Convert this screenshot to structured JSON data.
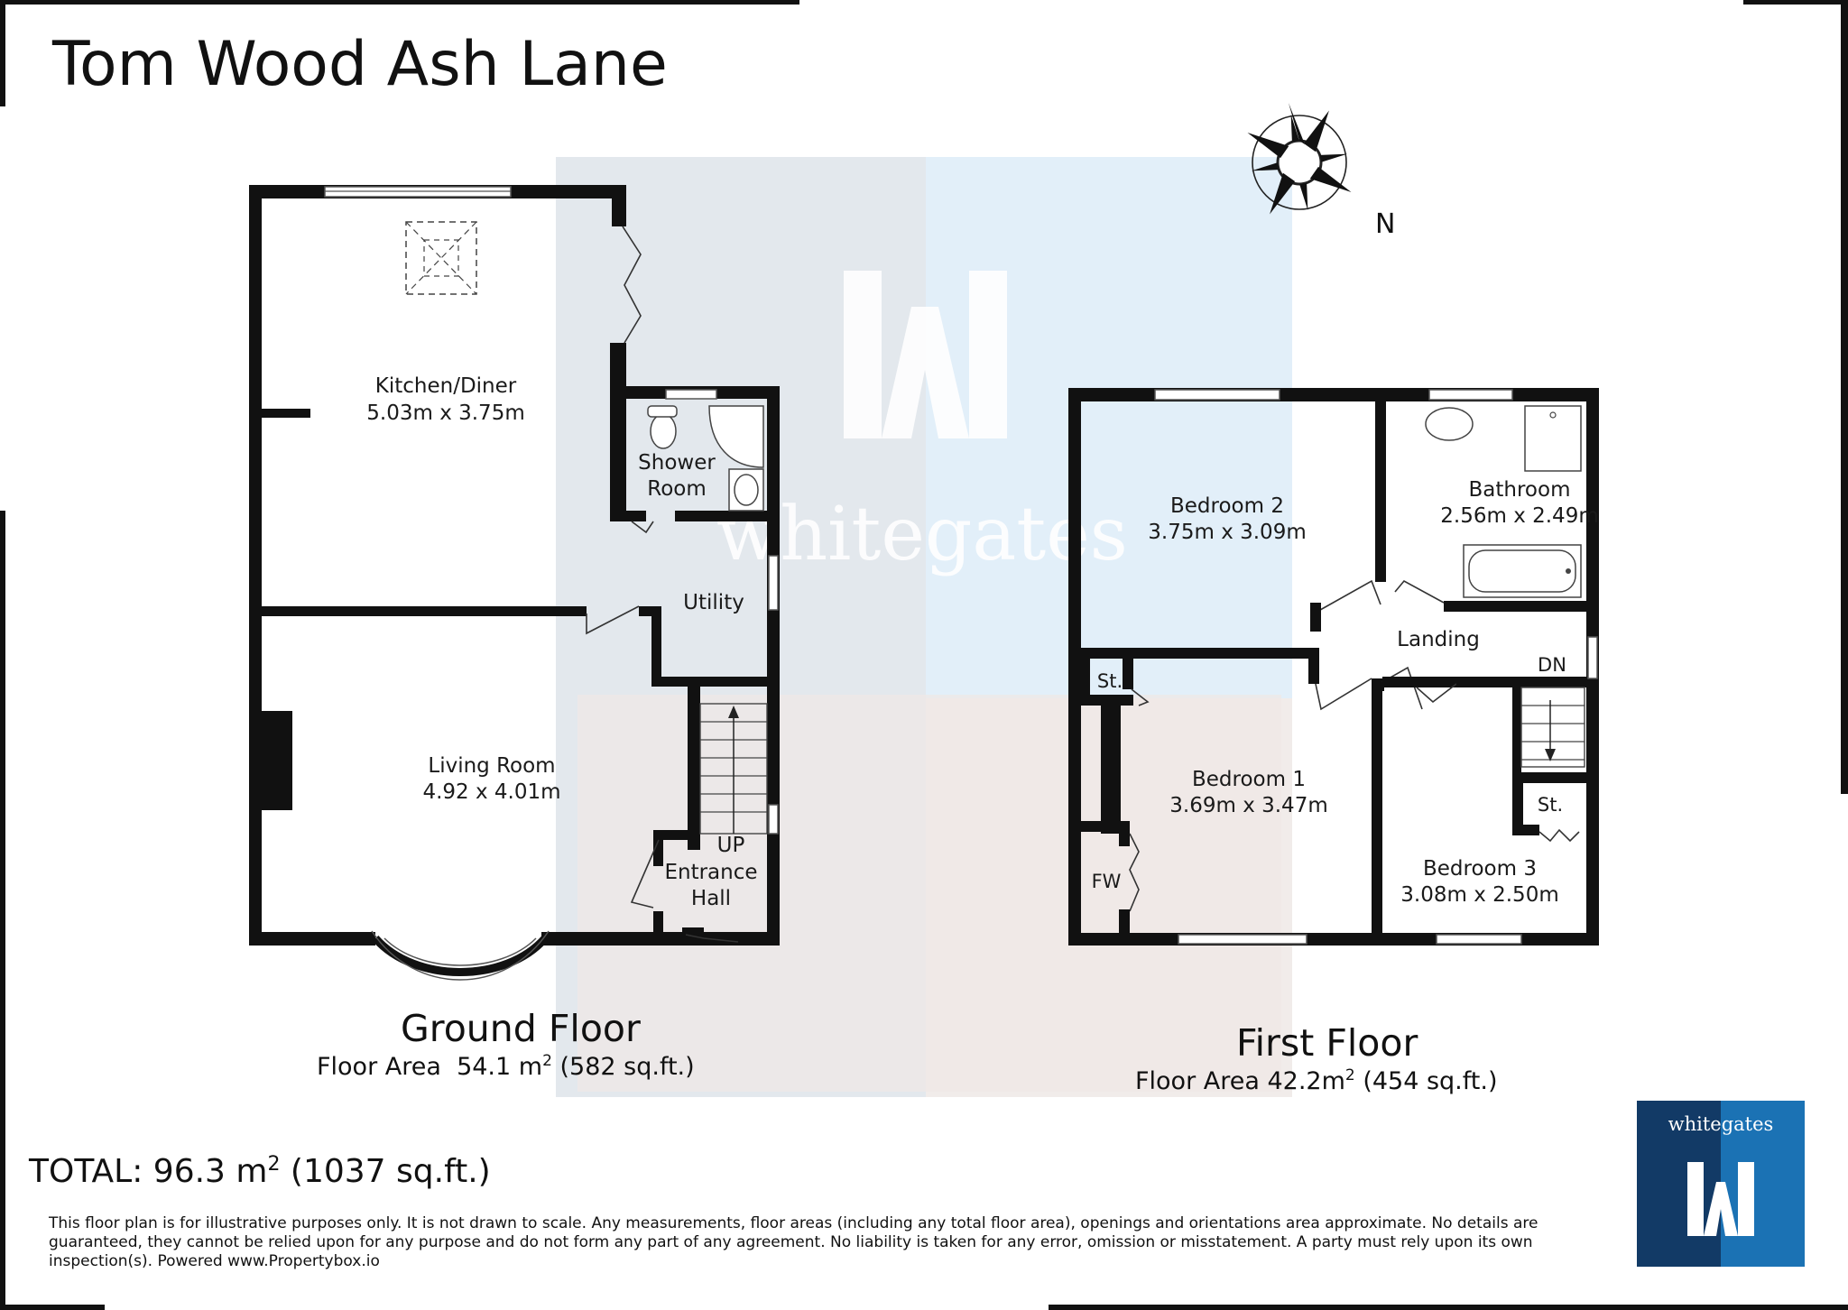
{
  "title": "Tom Wood Ash Lane",
  "compass_label": "N",
  "watermark": "whitegates",
  "ground_floor": {
    "name": "Ground Floor",
    "area_label": "Floor Area",
    "area_m2": "54.1 m",
    "area_suffix": "(582 sq.ft.)",
    "rooms": {
      "kitchen_name": "Kitchen/Diner",
      "kitchen_dims": "5.03m x 3.75m",
      "shower_line1": "Shower",
      "shower_line2": "Room",
      "utility": "Utility",
      "living_name": "Living Room",
      "living_dims": "4.92 x 4.01m",
      "up": "UP",
      "hall_line1": "Entrance",
      "hall_line2": "Hall"
    }
  },
  "first_floor": {
    "name": "First Floor",
    "area_label": "Floor Area",
    "area_m2": "42.2m",
    "area_suffix": "(454 sq.ft.)",
    "rooms": {
      "bed2_name": "Bedroom 2",
      "bed2_dims": "3.75m x 3.09m",
      "bath_name": "Bathroom",
      "bath_dims": "2.56m x 2.49m",
      "landing": "Landing",
      "dn": "DN",
      "store1": "St.",
      "store2": "St.",
      "fw": "FW",
      "bed1_name": "Bedroom 1",
      "bed1_dims": "3.69m x 3.47m",
      "bed3_name": "Bedroom 3",
      "bed3_dims": "3.08m x 2.50m"
    }
  },
  "total": {
    "label": "TOTAL:",
    "m2": "96.3 m",
    "suffix": "(1037 sq.ft.)"
  },
  "superscript": "2",
  "disclaimer": "This floor plan is for illustrative purposes only. It is not drawn to scale. Any measurements, floor areas (including any total floor area), openings and orientations area approximate. No details are guaranteed, they cannot be relied upon for any purpose and do not form any part of any agreement. No liability is taken for any error, omission or misstatement. A party must rely upon its own inspection(s). Powered www.Propertybox.io",
  "logo_text": "whitegates",
  "colors": {
    "logo_blue": "#1b72b4",
    "logo_dark": "#123a66",
    "watermark_grey": "#e3e8ed",
    "watermark_blue": "#e2eff9"
  }
}
